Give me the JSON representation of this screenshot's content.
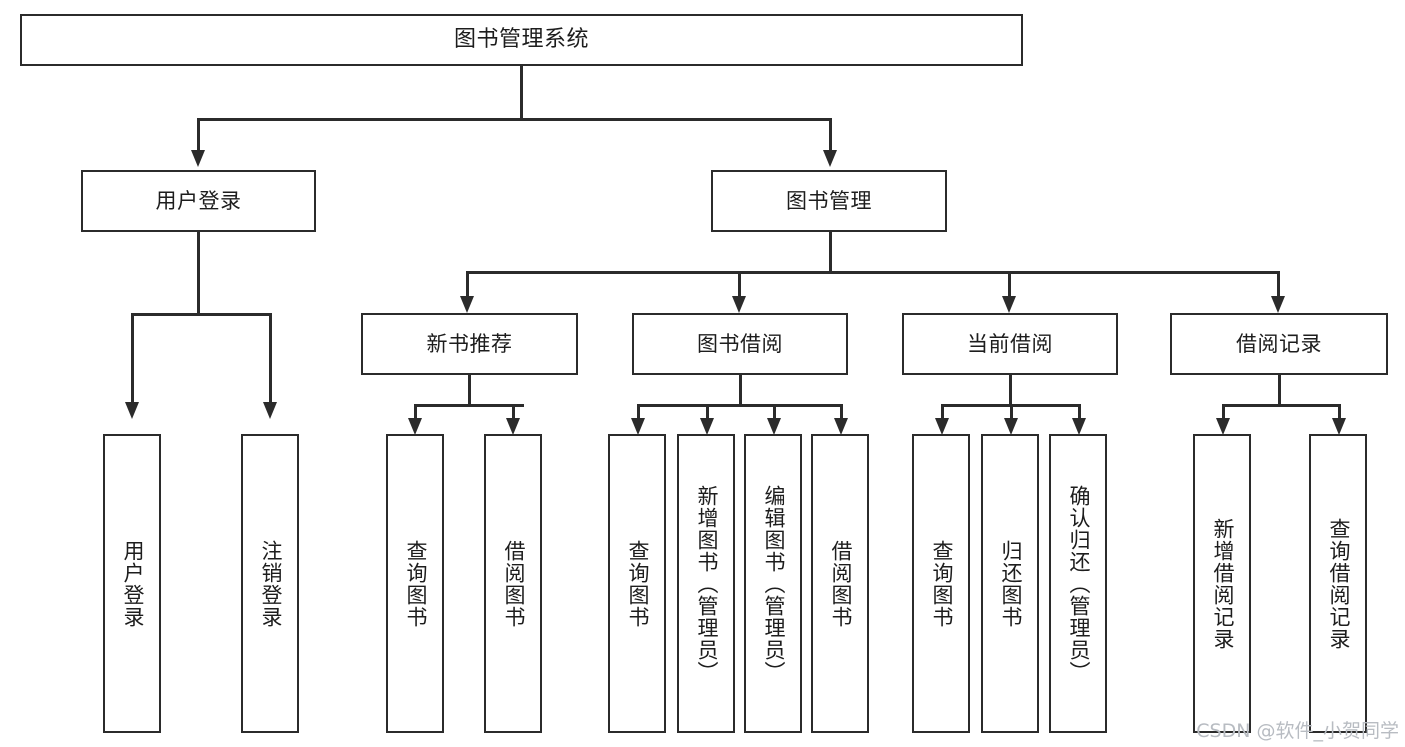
{
  "diagram": {
    "title": "图书管理系统",
    "type": "tree-hierarchy",
    "orientation": "top-down",
    "colors": {
      "stroke": "#2b2b2b",
      "fill": "#ffffff",
      "text": "#1d1d1d",
      "watermark": "#b8bcc2"
    },
    "root": {
      "label": "图书管理系统"
    },
    "level2": [
      {
        "label": "用户登录"
      },
      {
        "label": "图书管理"
      }
    ],
    "level3": [
      {
        "label": "新书推荐"
      },
      {
        "label": "图书借阅"
      },
      {
        "label": "当前借阅"
      },
      {
        "label": "借阅记录"
      }
    ],
    "leaves": {
      "user_login": [
        {
          "label": "用户登录"
        },
        {
          "label": "注销登录"
        }
      ],
      "new_book_recommend": [
        {
          "label": "查询图书"
        },
        {
          "label": "借阅图书"
        }
      ],
      "book_borrow": [
        {
          "label": "查询图书"
        },
        {
          "label": "新增图书（管理员）"
        },
        {
          "label": "编辑图书（管理员）"
        },
        {
          "label": "借阅图书"
        }
      ],
      "current_borrow": [
        {
          "label": "查询图书"
        },
        {
          "label": "归还图书"
        },
        {
          "label": "确认归还（管理员）"
        }
      ],
      "borrow_record": [
        {
          "label": "新增借阅记录"
        },
        {
          "label": "查询借阅记录"
        }
      ]
    }
  },
  "watermark": {
    "text": "CSDN @软件_小贺同学"
  }
}
